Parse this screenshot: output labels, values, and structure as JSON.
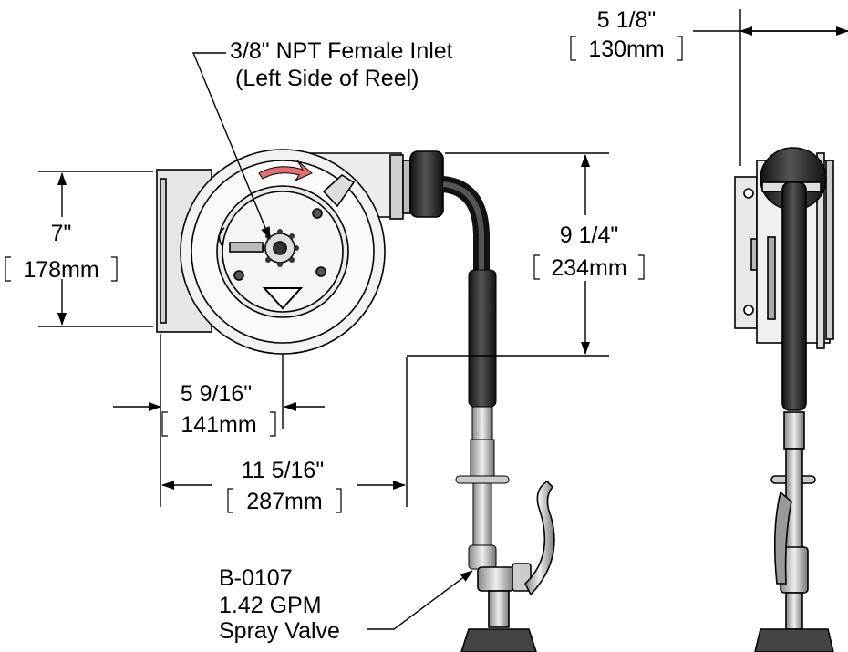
{
  "annotations": {
    "inlet": {
      "line1": "3/8\" NPT Female Inlet",
      "line2": "(Left Side of Reel)"
    },
    "valve": {
      "line1": "B-0107",
      "line2": "1.42 GPM",
      "line3": "Spray Valve"
    }
  },
  "dimensions": {
    "depth": {
      "imperial": "5 1/8\"",
      "metric": "130mm"
    },
    "height": {
      "imperial": "7\"",
      "metric": "178mm"
    },
    "total_height": {
      "imperial": "9 1/4\"",
      "metric": "234mm"
    },
    "inlet_offset": {
      "imperial": "5 9/16\"",
      "metric": "141mm"
    },
    "width": {
      "imperial": "11 5/16\"",
      "metric": "287mm"
    }
  },
  "colors": {
    "line": "#000000",
    "metal": "#d9d9d9",
    "hose": "#2b2b2b",
    "arrow_accent": "#e07070"
  }
}
